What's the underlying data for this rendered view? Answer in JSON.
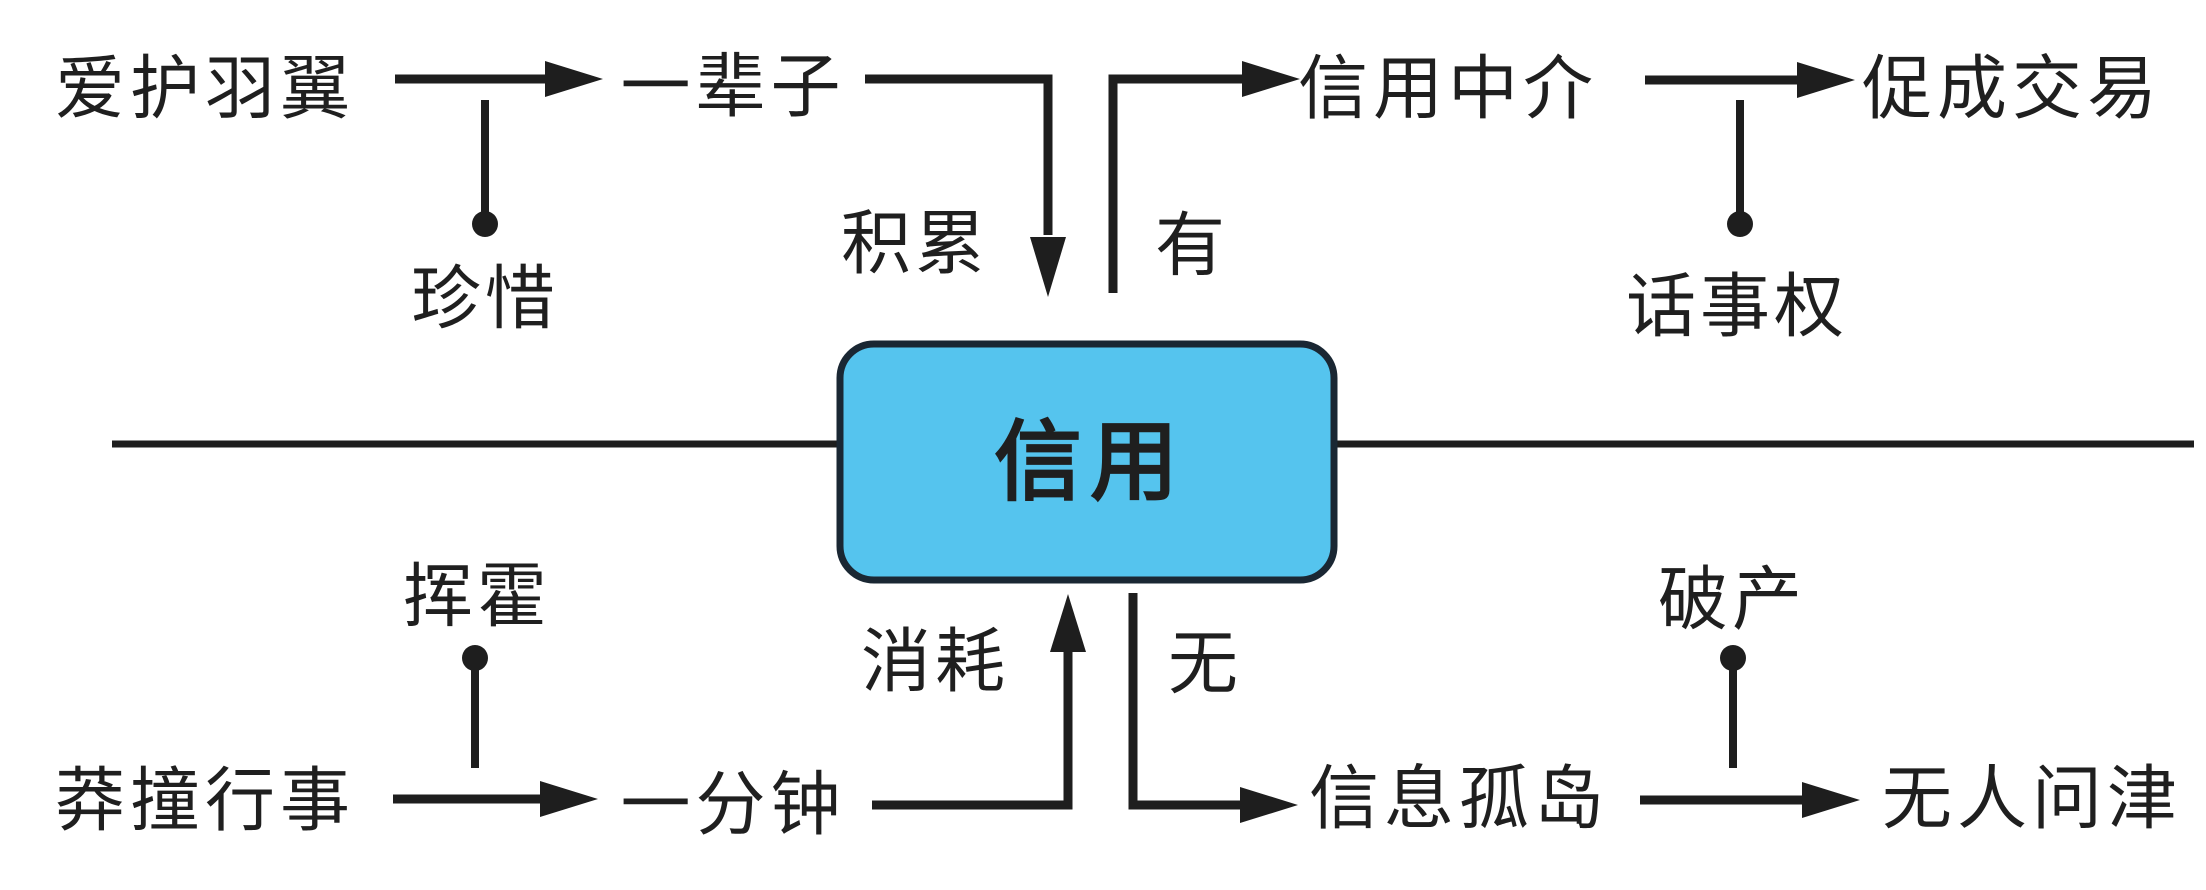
{
  "diagram": {
    "title_node": {
      "label": "信用"
    },
    "top": {
      "protect_wings": "爱护羽翼",
      "cherish": "珍惜",
      "lifetime": "一辈子",
      "accumulate": "积累",
      "have": "有",
      "credit_intermediary": "信用中介",
      "decision_power": "话事权",
      "facilitate_transactions": "促成交易"
    },
    "bottom": {
      "act_rashly": "莽撞行事",
      "squander": "挥霍",
      "one_minute": "一分钟",
      "consume": "消耗",
      "none": "无",
      "information_island": "信息孤岛",
      "bankruptcy": "破产",
      "no_one_cares": "无人问津"
    },
    "edges": [
      {
        "from": "爱护羽翼",
        "to": "一辈子",
        "label": "珍惜"
      },
      {
        "from": "一辈子",
        "to": "信用",
        "label": "积累"
      },
      {
        "from": "信用",
        "to": "信用中介",
        "label": "有"
      },
      {
        "from": "信用中介",
        "to": "促成交易",
        "label": "话事权"
      },
      {
        "from": "莽撞行事",
        "to": "一分钟",
        "label": "挥霍"
      },
      {
        "from": "一分钟",
        "to": "信用",
        "label": "消耗"
      },
      {
        "from": "信用",
        "to": "信息孤岛",
        "label": "无"
      },
      {
        "from": "信息孤岛",
        "to": "无人问津",
        "label": "破产"
      }
    ],
    "colors": {
      "box_fill": "#55c4ee",
      "box_border": "#1a2733",
      "box_text": "#0e2538",
      "line": "#1e1e1e",
      "background": "#ffffff"
    }
  }
}
